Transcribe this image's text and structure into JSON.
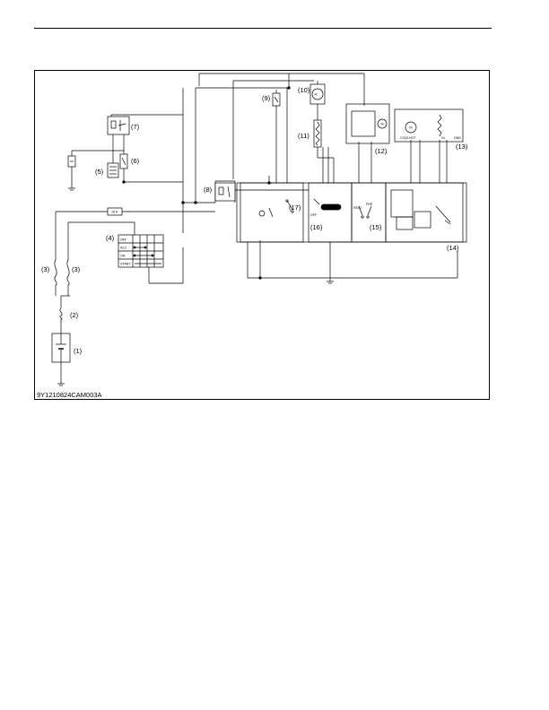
{
  "reference_code": "9Y1210824CAM003A",
  "component_labels": {
    "c1": "(1)",
    "c2": "(2)",
    "c3a": "(3)",
    "c3b": "(3)",
    "c4": "(4)",
    "c5": "(5)",
    "c6": "(6)",
    "c7": "(7)",
    "c8": "(8)",
    "c9": "(9)",
    "c10": "(10)",
    "c11": "(11)",
    "c12": "(12)",
    "c13": "(13)",
    "c14": "(14)",
    "c15": "(15)",
    "c16": "(16)",
    "c17": "(17)"
  },
  "motor_symbol": "M",
  "fuse_rating": "15 A",
  "switch_positions": [
    "OFF",
    "ACC",
    "ON",
    "START"
  ],
  "switch_off_label": "OFF",
  "panel_labels": {
    "cool": "COOL",
    "hot": "HOT",
    "vv": "Vv",
    "gnd": "GND",
    "recirc": "RECI",
    "fre": "FRE"
  }
}
